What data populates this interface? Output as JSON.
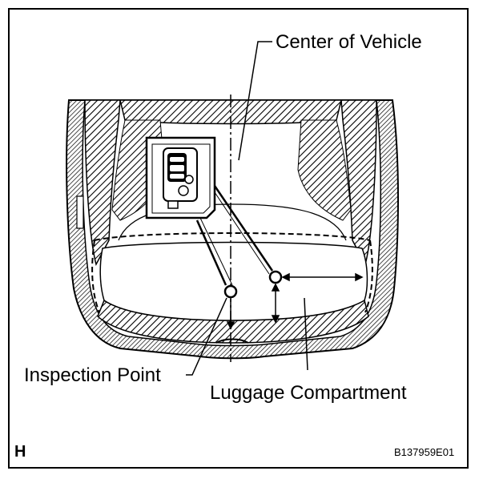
{
  "labels": {
    "center_of_vehicle": "Center of Vehicle",
    "inspection_point": "Inspection Point",
    "luggage_compartment": "Luggage Compartment"
  },
  "figure": {
    "corner_letter": "H",
    "figure_id": "B137959E01"
  },
  "icons": {
    "key_fob": "smart-key-fob-icon"
  }
}
